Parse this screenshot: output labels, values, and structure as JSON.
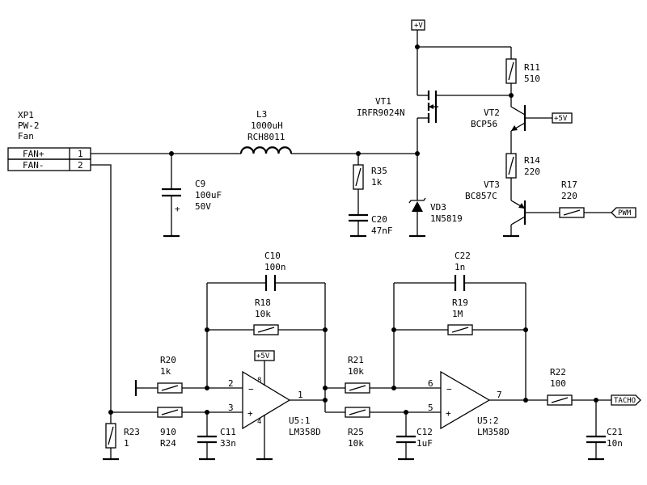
{
  "connector": {
    "ref": "XP1",
    "type": "PW-2",
    "desc": "Fan",
    "pin1_label": "FAN+",
    "pin1_num": "1",
    "pin2_label": "FAN-",
    "pin2_num": "2"
  },
  "components": {
    "L3": {
      "ref": "L3",
      "value": "1000uH",
      "part": "RCH8011"
    },
    "C9": {
      "ref": "C9",
      "value": "100uF",
      "rating": "50V"
    },
    "R35": {
      "ref": "R35",
      "value": "1k"
    },
    "C20": {
      "ref": "C20",
      "value": "47nF"
    },
    "VT1": {
      "ref": "VT1",
      "part": "IRFR9024N"
    },
    "VD3": {
      "ref": "VD3",
      "part": "1N5819"
    },
    "R11": {
      "ref": "R11",
      "value": "510"
    },
    "VT2": {
      "ref": "VT2",
      "part": "BCP56"
    },
    "R14": {
      "ref": "R14",
      "value": "220"
    },
    "VT3": {
      "ref": "VT3",
      "part": "BC857C"
    },
    "R17": {
      "ref": "R17",
      "value": "220"
    },
    "C10": {
      "ref": "C10",
      "value": "100n"
    },
    "R18": {
      "ref": "R18",
      "value": "10k"
    },
    "R20": {
      "ref": "R20",
      "value": "1k"
    },
    "R24": {
      "ref": "R24",
      "value": "910"
    },
    "C11": {
      "ref": "C11",
      "value": "33n"
    },
    "R23": {
      "ref": "R23",
      "value": "1"
    },
    "U5_1": {
      "ref": "U5:1",
      "part": "LM358D",
      "pin_inv": "2",
      "pin_noninv": "3",
      "pin_out": "1",
      "pin_vcc": "8",
      "pin_gnd": "4"
    },
    "R21": {
      "ref": "R21",
      "value": "10k"
    },
    "R25": {
      "ref": "R25",
      "value": "10k"
    },
    "C22": {
      "ref": "C22",
      "value": "1n"
    },
    "R19": {
      "ref": "R19",
      "value": "1M"
    },
    "C12": {
      "ref": "C12",
      "value": "1uF"
    },
    "U5_2": {
      "ref": "U5:2",
      "part": "LM358D",
      "pin_inv": "6",
      "pin_noninv": "5",
      "pin_out": "7"
    },
    "R22": {
      "ref": "R22",
      "value": "100"
    },
    "C21": {
      "ref": "C21",
      "value": "10n"
    }
  },
  "nets": {
    "vplus": "+V",
    "p5v_a": "+5V",
    "p5v_b": "+5V",
    "pwm": "PWM",
    "tacho": "TACHO"
  },
  "symbols": {
    "plus": "+",
    "minus": "−"
  }
}
